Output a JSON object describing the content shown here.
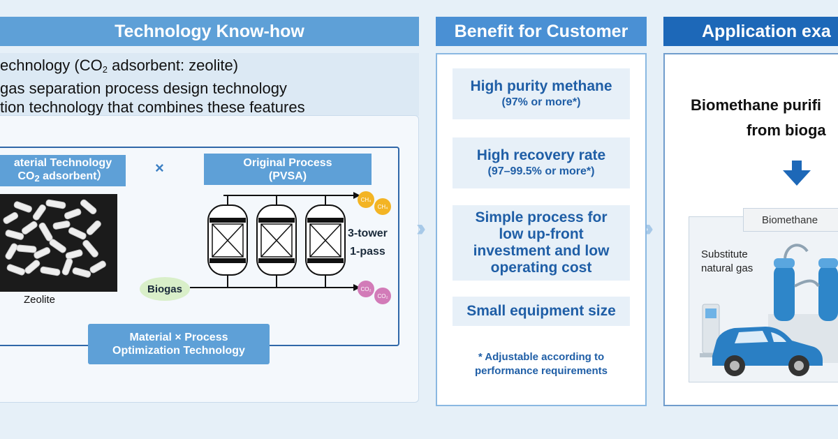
{
  "headers": {
    "technology": "Technology Know-how",
    "benefit": "Benefit for Customer",
    "application": "Application exa"
  },
  "technology": {
    "line1_prefix": "echnology (CO",
    "line1_sub": "2",
    "line1_suffix": " adsorbent: zeolite)",
    "line2": "gas separation process design technology",
    "line3": "tion technology that combines these features",
    "material_label_line1": "aterial Technology",
    "material_label_prefix": "CO",
    "material_label_sub": "2",
    "material_label_suffix": " adsorbent）",
    "times_symbol": "×",
    "process_label_line1": "Original Process",
    "process_label_line2": "(PVSA)",
    "zeolite_caption": "Zeolite",
    "biogas_label": "Biogas",
    "tower_line1": "3-tower",
    "tower_line2": "1-pass",
    "output_top": "CH₄",
    "output_bottom": "CO₂",
    "optimization_line1": "Material × Process",
    "optimization_line2": "Optimization Technology"
  },
  "benefits": {
    "item1_main": "High purity methane",
    "item1_sub": "(97% or more*)",
    "item2_main": "High recovery rate",
    "item2_sub": "(97–99.5% or more*)",
    "item3_line1": "Simple process for",
    "item3_line2": "low up-front",
    "item3_line3": "investment and low",
    "item3_line4": "operating cost",
    "item4_main": "Small equipment size",
    "note_line1": "* Adjustable according to",
    "note_line2": "performance requirements"
  },
  "application": {
    "title_line1": "Biomethane purifi",
    "title_line2": "from bioga",
    "tag": "Biomethane",
    "substitute_line1": "Substitute",
    "substitute_line2": "natural gas"
  },
  "colors": {
    "header_light": "#5ea0d7",
    "header_mid": "#4a90d4",
    "header_dark": "#1d68b8",
    "benefit_text": "#1f5ea6",
    "diagram_line": "#2f67a8",
    "ch4_bubble": "#f3b424",
    "co2_bubble": "#d27bb8",
    "biogas_bubble": "#d9efc9"
  },
  "icons": [
    "chevron-right-icon",
    "arrow-down-icon",
    "adsorption-tower-icon",
    "car-icon",
    "fuel-dispenser-icon",
    "storage-tank-icon"
  ]
}
